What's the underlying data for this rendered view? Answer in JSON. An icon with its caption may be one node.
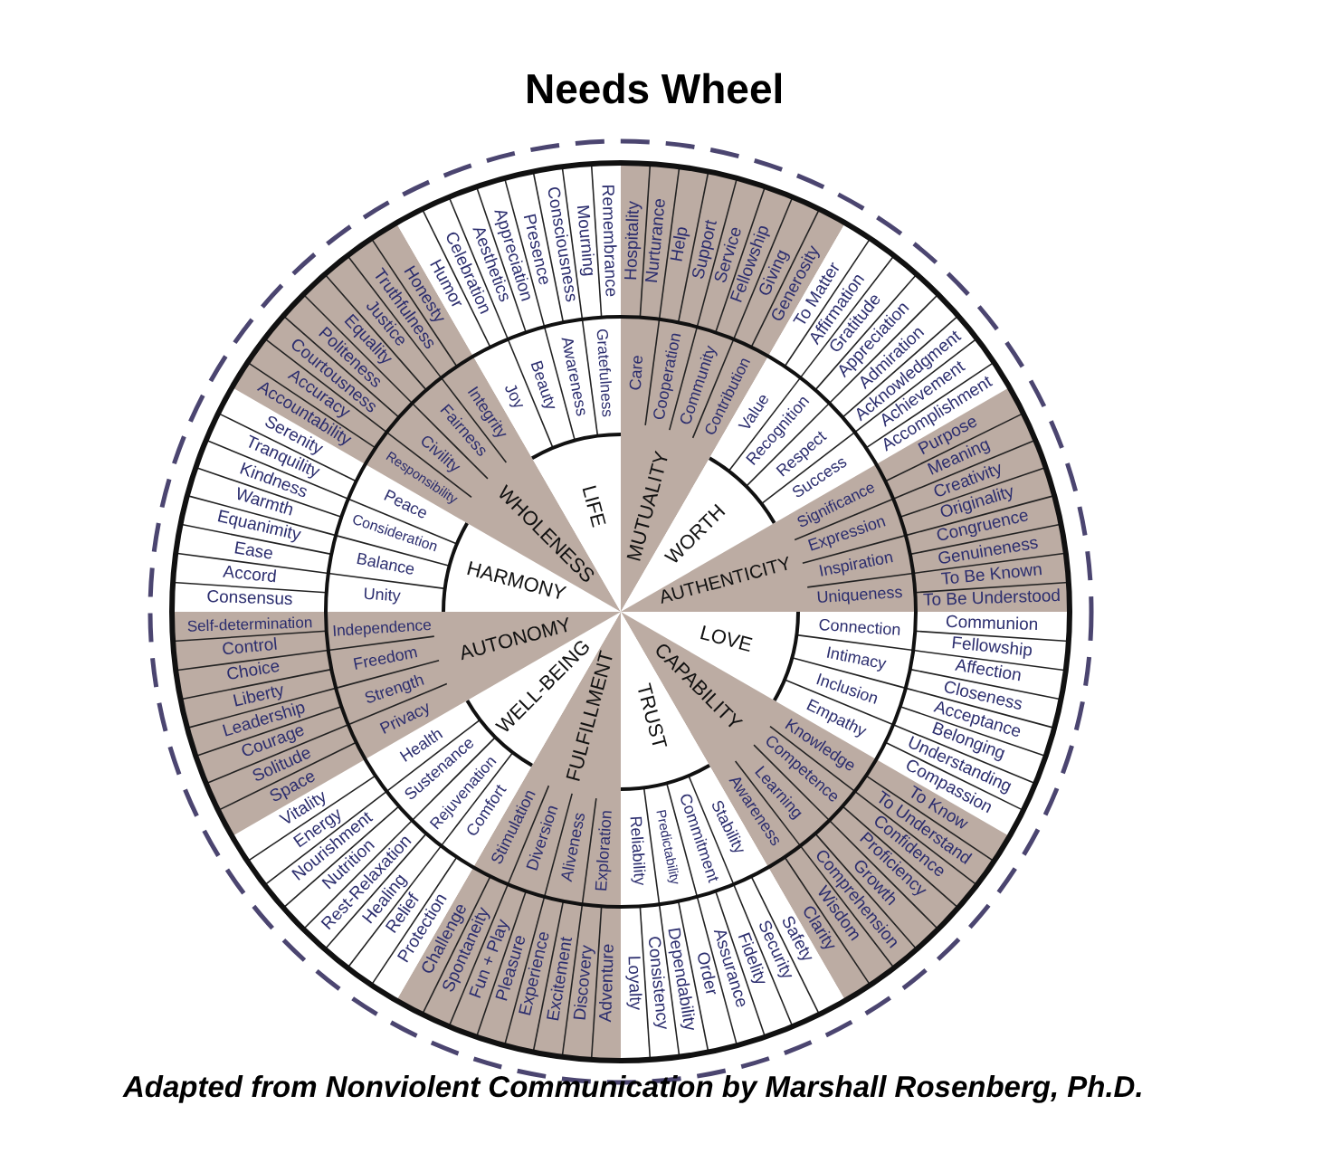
{
  "diagram": {
    "title": "Needs Wheel",
    "caption": "Adapted from Nonviolent Communication by Marshall Rosenberg, Ph.D.",
    "nodes": [
      {
        "text": [
          "MUTUALITY"
        ]
      },
      {
        "text": [
          "Care"
        ]
      },
      {
        "text": [
          "Cooperation"
        ]
      },
      {
        "text": [
          "Community"
        ]
      },
      {
        "text": [
          "Contribution"
        ]
      },
      {
        "text": [
          "Hospitality"
        ]
      },
      {
        "text": [
          "Nurturance"
        ]
      },
      {
        "text": [
          "Help"
        ]
      },
      {
        "text": [
          "Support"
        ]
      },
      {
        "text": [
          "Service"
        ]
      },
      {
        "text": [
          "Fellowship"
        ]
      },
      {
        "text": [
          "Giving"
        ]
      },
      {
        "text": [
          "Generosity"
        ]
      },
      {
        "text": [
          "WORTH"
        ]
      },
      {
        "text": [
          "Value"
        ]
      },
      {
        "text": [
          "Recognition"
        ]
      },
      {
        "text": [
          "Respect"
        ]
      },
      {
        "text": [
          "Success"
        ]
      },
      {
        "text": [
          "To Matter"
        ]
      },
      {
        "text": [
          "Affirmation"
        ]
      },
      {
        "text": [
          "Gratitude"
        ]
      },
      {
        "text": [
          "Appreciation"
        ]
      },
      {
        "text": [
          "Admiration"
        ]
      },
      {
        "text": [
          "Acknowledgment"
        ]
      },
      {
        "text": [
          "Achievement"
        ]
      },
      {
        "text": [
          "Accomplishment"
        ]
      },
      {
        "text": [
          "AUTHENTICITY"
        ]
      },
      {
        "text": [
          "Significance"
        ]
      },
      {
        "text": [
          "Expression"
        ]
      },
      {
        "text": [
          "Inspiration"
        ]
      },
      {
        "text": [
          "Uniqueness"
        ]
      },
      {
        "text": [
          "Purpose"
        ]
      },
      {
        "text": [
          "Meaning"
        ]
      },
      {
        "text": [
          "Creativity"
        ]
      },
      {
        "text": [
          "Originality"
        ]
      },
      {
        "text": [
          "Congruence"
        ]
      },
      {
        "text": [
          "Genuineness"
        ]
      },
      {
        "text": [
          "To Be Known"
        ]
      },
      {
        "text": [
          "To Be Understood"
        ]
      },
      {
        "text": [
          "LOVE"
        ]
      },
      {
        "text": [
          "Connection"
        ]
      },
      {
        "text": [
          "Intimacy"
        ]
      },
      {
        "text": [
          "Inclusion"
        ]
      },
      {
        "text": [
          "Empathy"
        ]
      },
      {
        "text": [
          "Communion"
        ]
      },
      {
        "text": [
          "Fellowship"
        ]
      },
      {
        "text": [
          "Affection"
        ]
      },
      {
        "text": [
          "Closeness"
        ]
      },
      {
        "text": [
          "Acceptance"
        ]
      },
      {
        "text": [
          "Belonging"
        ]
      },
      {
        "text": [
          "Understanding"
        ]
      },
      {
        "text": [
          "Compassion"
        ]
      },
      {
        "text": [
          "CAPABILITY"
        ]
      },
      {
        "text": [
          "Knowledge"
        ]
      },
      {
        "text": [
          "Competence"
        ]
      },
      {
        "text": [
          "Learning"
        ]
      },
      {
        "text": [
          "Awareness"
        ]
      },
      {
        "text": [
          "To Know"
        ]
      },
      {
        "text": [
          "To Understand"
        ]
      },
      {
        "text": [
          "Confidence"
        ]
      },
      {
        "text": [
          "Proficiency"
        ]
      },
      {
        "text": [
          "Growth"
        ]
      },
      {
        "text": [
          "Comprehension"
        ]
      },
      {
        "text": [
          "Wisdom"
        ]
      },
      {
        "text": [
          "Clarity"
        ]
      },
      {
        "text": [
          "TRUST"
        ]
      },
      {
        "text": [
          "Stability"
        ]
      },
      {
        "text": [
          "Commitment"
        ]
      },
      {
        "text": [
          "Predictability"
        ]
      },
      {
        "text": [
          "Reliability"
        ]
      },
      {
        "text": [
          "Safety"
        ]
      },
      {
        "text": [
          "Security"
        ]
      },
      {
        "text": [
          "Fidelity"
        ]
      },
      {
        "text": [
          "Assurance"
        ]
      },
      {
        "text": [
          "Order"
        ]
      },
      {
        "text": [
          "Dependability"
        ]
      },
      {
        "text": [
          "Consistency"
        ]
      },
      {
        "text": [
          "Loyalty"
        ]
      },
      {
        "text": [
          "FULFILLMENT"
        ]
      },
      {
        "text": [
          "Exploration"
        ]
      },
      {
        "text": [
          "Aliveness"
        ]
      },
      {
        "text": [
          "Diversion"
        ]
      },
      {
        "text": [
          "Stimulation"
        ]
      },
      {
        "text": [
          "Adventure"
        ]
      },
      {
        "text": [
          "Discovery"
        ]
      },
      {
        "text": [
          "Excitement"
        ]
      },
      {
        "text": [
          "Experience"
        ]
      },
      {
        "text": [
          "Pleasure"
        ]
      },
      {
        "text": [
          "Fun + Play"
        ]
      },
      {
        "text": [
          "Spontaneity"
        ]
      },
      {
        "text": [
          "Challenge"
        ]
      },
      {
        "text": [
          "WELL-BEING"
        ]
      },
      {
        "text": [
          "Comfort"
        ]
      },
      {
        "text": [
          "Rejuvenation"
        ]
      },
      {
        "text": [
          "Sustenance"
        ]
      },
      {
        "text": [
          "Health"
        ]
      },
      {
        "text": [
          "Protection"
        ]
      },
      {
        "text": [
          "Relief"
        ]
      },
      {
        "text": [
          "Healing"
        ]
      },
      {
        "text": [
          "Rest-Relaxation"
        ]
      },
      {
        "text": [
          "Nutrition"
        ]
      },
      {
        "text": [
          "Nourishment"
        ]
      },
      {
        "text": [
          "Energy"
        ]
      },
      {
        "text": [
          "Vitality"
        ]
      },
      {
        "text": [
          "AUTONOMY"
        ]
      },
      {
        "text": [
          "Privacy"
        ]
      },
      {
        "text": [
          "Strength"
        ]
      },
      {
        "text": [
          "Freedom"
        ]
      },
      {
        "text": [
          "Independence"
        ]
      },
      {
        "text": [
          "Space"
        ]
      },
      {
        "text": [
          "Solitude"
        ]
      },
      {
        "text": [
          "Courage"
        ]
      },
      {
        "text": [
          "Leadership"
        ]
      },
      {
        "text": [
          "Liberty"
        ]
      },
      {
        "text": [
          "Choice"
        ]
      },
      {
        "text": [
          "Control"
        ]
      },
      {
        "text": [
          "Self-determination"
        ]
      },
      {
        "text": [
          "HARMONY"
        ]
      },
      {
        "text": [
          "Unity"
        ]
      },
      {
        "text": [
          "Balance"
        ]
      },
      {
        "text": [
          "Consideration"
        ]
      },
      {
        "text": [
          "Peace"
        ]
      },
      {
        "text": [
          "Consensus"
        ]
      },
      {
        "text": [
          "Accord"
        ]
      },
      {
        "text": [
          "Ease"
        ]
      },
      {
        "text": [
          "Equanimity"
        ]
      },
      {
        "text": [
          "Warmth"
        ]
      },
      {
        "text": [
          "Kindness"
        ]
      },
      {
        "text": [
          "Tranquility"
        ]
      },
      {
        "text": [
          "Serenity"
        ]
      },
      {
        "text": [
          "WHOLENESS"
        ]
      },
      {
        "text": [
          "Responsibility"
        ]
      },
      {
        "text": [
          "Civility"
        ]
      },
      {
        "text": [
          "Fairness"
        ]
      },
      {
        "text": [
          "Integrity"
        ]
      },
      {
        "text": [
          "Accountability"
        ]
      },
      {
        "text": [
          "Accuracy"
        ]
      },
      {
        "text": [
          "Courtousness"
        ]
      },
      {
        "text": [
          "Politeness"
        ]
      },
      {
        "text": [
          "Equality"
        ]
      },
      {
        "text": [
          "Justice"
        ]
      },
      {
        "text": [
          "Truthfulness"
        ]
      },
      {
        "text": [
          "Honesty"
        ]
      },
      {
        "text": [
          "LIFE"
        ]
      },
      {
        "text": [
          "Joy"
        ]
      },
      {
        "text": [
          "Beauty"
        ]
      },
      {
        "text": [
          "Awareness"
        ]
      },
      {
        "text": [
          "Gratefulness"
        ]
      },
      {
        "text": [
          "Humor"
        ]
      },
      {
        "text": [
          "Celebration"
        ]
      },
      {
        "text": [
          "Aesthetics"
        ]
      },
      {
        "text": [
          "Appreciation"
        ]
      },
      {
        "text": [
          "Presence"
        ]
      },
      {
        "text": [
          "Consciousness"
        ]
      },
      {
        "text": [
          "Mourning"
        ]
      },
      {
        "text": [
          "Remembrance"
        ]
      }
    ]
  }
}
